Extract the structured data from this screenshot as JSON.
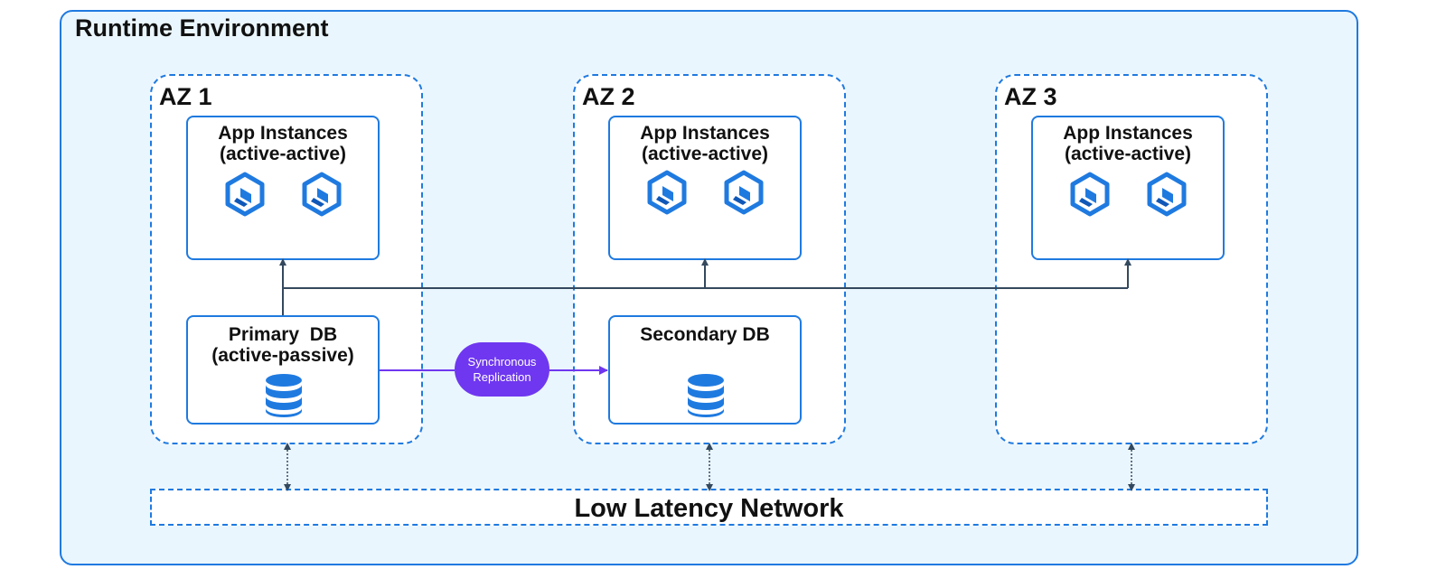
{
  "runtime": {
    "title": "Runtime Environment"
  },
  "zones": [
    {
      "label": "AZ 1",
      "app": "App Instances\n(active-active)",
      "db": "Primary  DB\n(active-passive)"
    },
    {
      "label": "AZ 2",
      "app": "App Instances\n(active-active)",
      "db": "Secondary DB"
    },
    {
      "label": "AZ 3",
      "app": "App Instances\n(active-active)"
    }
  ],
  "replication": {
    "label": "Synchronous\nReplication"
  },
  "network": {
    "label": "Low Latency Network"
  },
  "colors": {
    "border": "#1f7ae0",
    "background": "#eaf6fd",
    "replication": "#6f37f0",
    "connector": "#34495e"
  },
  "icons": {
    "app_instance": "hexagon-instance-icon",
    "database": "database-stack-icon"
  }
}
